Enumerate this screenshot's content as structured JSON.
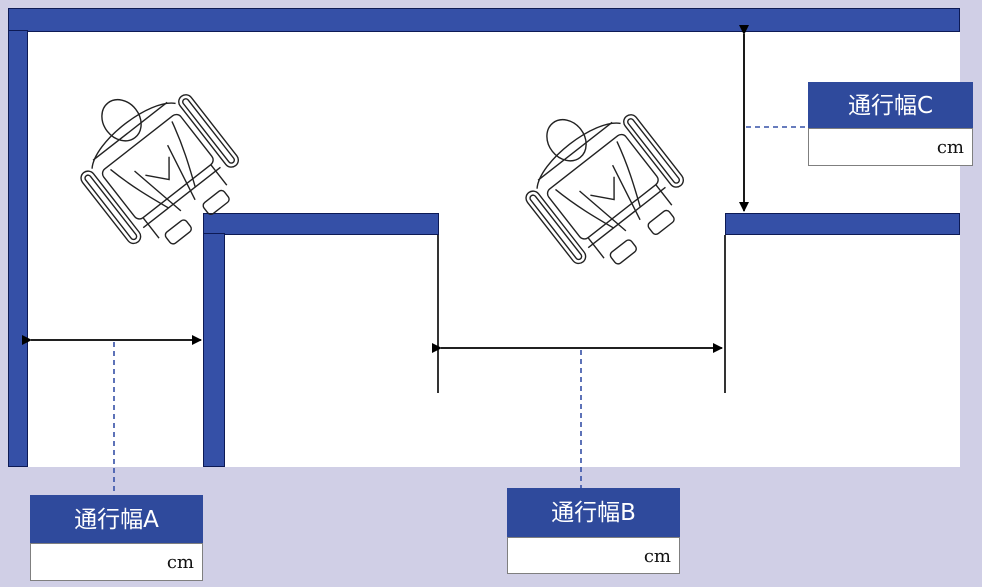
{
  "colors": {
    "background": "#d0cfe6",
    "floor": "#ffffff",
    "wall": "#3550a7",
    "label_fill": "#2f4a9c",
    "dashed_line": "#3550a7",
    "arrow": "#000000"
  },
  "labels": {
    "a": {
      "title": "通行幅A",
      "unit": "cm",
      "value": ""
    },
    "b": {
      "title": "通行幅B",
      "unit": "cm",
      "value": ""
    },
    "c": {
      "title": "通行幅C",
      "unit": "cm",
      "value": ""
    }
  },
  "icons": [
    "wheelchair-user-icon",
    "wheelchair-user-icon"
  ]
}
